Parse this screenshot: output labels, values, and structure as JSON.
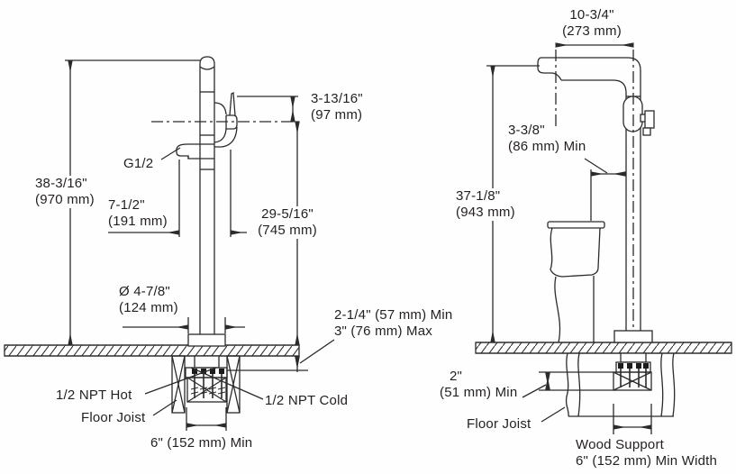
{
  "colors": {
    "line": "#2b2b2b",
    "text": "#231f20",
    "background": "#fefefe"
  },
  "left_view": {
    "dims": {
      "overall_height": {
        "in": "38-3/16\"",
        "mm": "(970 mm)"
      },
      "handle_height": {
        "in": "3-13/16\"",
        "mm": "(97 mm)"
      },
      "spout_offset": {
        "in": "7-1/2\"",
        "mm": "(191 mm)"
      },
      "spout_centerline": {
        "in": "29-5/16\"",
        "mm": "(745 mm)"
      },
      "flange_diameter": {
        "in": "Ø 4-7/8\"",
        "mm": "(124 mm)"
      },
      "floor_thickness": {
        "line1": "2-1/4\" (57 mm) Min",
        "line2": "3\" (76 mm) Max"
      },
      "support_width": "6\" (152 mm) Min"
    },
    "labels": {
      "thread": "G1/2",
      "hot": "1/2 NPT Hot",
      "cold": "1/2 NPT Cold",
      "floor_joist": "Floor Joist"
    }
  },
  "right_view": {
    "dims": {
      "spout_reach": {
        "in": "10-3/4\"",
        "mm": "(273 mm)"
      },
      "tub_clearance": {
        "in": "3-3/8\"",
        "mm": "(86 mm) Min"
      },
      "overall_height": {
        "in": "37-1/8\"",
        "mm": "(943 mm)"
      },
      "support_depth": {
        "in": "2\"",
        "mm": "(51 mm) Min"
      },
      "wood_support": {
        "line1": "Wood Support",
        "line2": "6\" (152 mm) Min Width"
      }
    },
    "labels": {
      "floor_joist": "Floor Joist"
    }
  }
}
